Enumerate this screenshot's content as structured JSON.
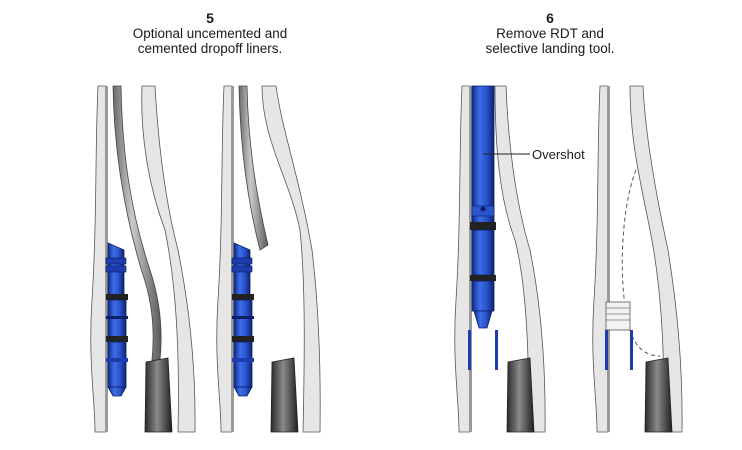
{
  "steps": [
    {
      "number": "5",
      "line1": "Optional uncemented and",
      "line2": "cemented dropoff liners."
    },
    {
      "number": "6",
      "line1": "Remove RDT and",
      "line2": "selective landing tool."
    }
  ],
  "callouts": {
    "overshot": "Overshot"
  },
  "colors": {
    "tool_blue": "#2a4fc4",
    "tool_blue_dark": "#142a80",
    "cement_fill": "#e6e6e6",
    "casing_gray": "#8c8c8c",
    "line_dark": "#222222"
  }
}
